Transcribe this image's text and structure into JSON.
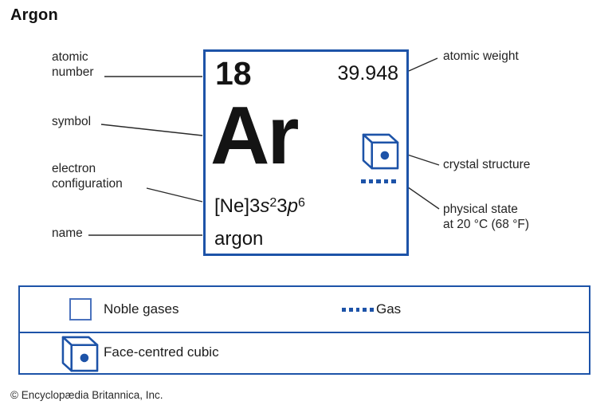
{
  "title": "Argon",
  "card": {
    "atomic_number": "18",
    "atomic_weight": "39.948",
    "symbol": "Ar",
    "electron_config": {
      "p1": "[Ne]3",
      "s": "s",
      "s_sup": "2",
      "p2": "3",
      "p": "p",
      "p_sup": "6"
    },
    "name": "argon"
  },
  "callouts": {
    "atomic_number": "atomic\nnumber",
    "symbol": "symbol",
    "electron_configuration": "electron\nconfiguration",
    "name": "name",
    "atomic_weight": "atomic weight",
    "crystal_structure": "crystal structure",
    "physical_state": "physical state\nat 20 °C (68 °F)"
  },
  "legend": {
    "noble_gases": "Noble gases",
    "gas": "Gas",
    "face_centred_cubic": "Face-centred cubic"
  },
  "colors": {
    "accent_blue": "#1d53a8",
    "swatch_blue": "#4a72bd",
    "ink": "#141414"
  },
  "copyright": "© Encyclopædia Britannica, Inc."
}
